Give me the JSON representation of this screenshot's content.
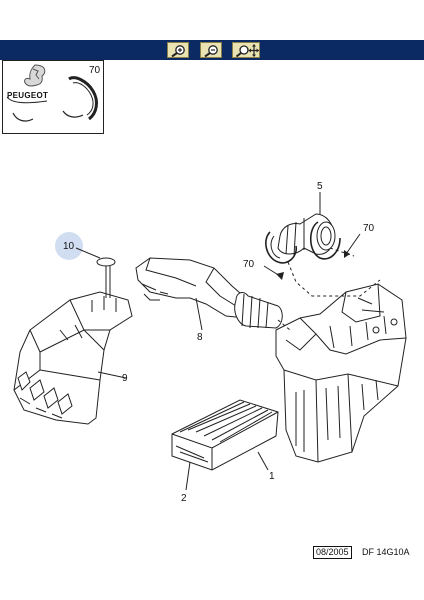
{
  "toolbar": {
    "zoom_in_icon": "zoom-in-icon",
    "zoom_out_icon": "zoom-out-icon",
    "pan_icon": "pan-zoom-icon",
    "bg_color": "#0b2a64"
  },
  "thumbnail": {
    "brand": "PEUGEOT",
    "part_label": "70"
  },
  "callouts": {
    "c1": "1",
    "c2": "2",
    "c5": "5",
    "c8": "8",
    "c9": "9",
    "c10": "10",
    "c70a": "70",
    "c70b": "70"
  },
  "reference": {
    "date": "08/2005",
    "code": "DF 14G10A"
  }
}
